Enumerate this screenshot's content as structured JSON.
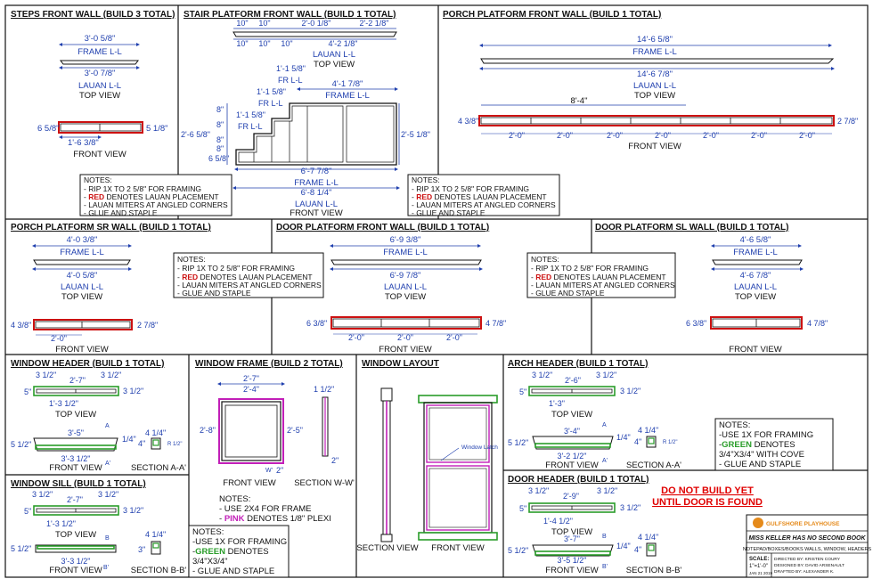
{
  "sections": {
    "steps": {
      "title": "STEPS FRONT WALL (BUILD 3 TOTAL)",
      "dim_top": "3'-0 5/8\"",
      "frame": "FRAME L-L",
      "dim_bottom": "3'-0 7/8\"",
      "lauan": "LAUAN L-L",
      "top_view": "TOP VIEW",
      "left_dim": "6 5/8\"",
      "right_dim": "5 1/8\"",
      "span": "1'-6 3/8\"",
      "front_view": "FRONT VIEW"
    },
    "stair": {
      "title": "STAIR PLATFORM FRONT WALL (BUILD 1 TOTAL)",
      "top_dims": [
        "10\"",
        "10\"",
        "2'-0 1/8\"",
        "2'-2 1/8\""
      ],
      "bottom_dims": [
        "10\"",
        "10\"",
        "10\"",
        "4'-2 1/8\""
      ],
      "frame_label": "FRAME L-L",
      "lauan_label": "LAUAN L-L",
      "top_view": "TOP VIEW",
      "steps_dims": [
        "1'-1 5/8\"",
        "FR L-L",
        "1'-1 5/8\"",
        "FR L-L",
        "1'-1 5/8\"",
        "FR L-L"
      ],
      "width_dim": "4'-1 7/8\"",
      "frame_top": "FRAME L-L",
      "riser_dims": [
        "8\"",
        "8\"",
        "8\"",
        "8\"",
        "6 5/8\""
      ],
      "height_left": "2'-6 5/8\"",
      "height_right": "2'-5 1/8\"",
      "bottom_width": "6'-7 7/8\"",
      "frame_bottom": "FRAME L-L",
      "lauan_width": "6'-8 1/4\"",
      "lauan_bottom": "LAUAN L-L",
      "front_view": "FRONT VIEW"
    },
    "porch_front": {
      "title": "PORCH PLATFORM FRONT WALL (BUILD 1 TOTAL)",
      "dim_top": "14'-6 5/8\"",
      "frame": "FRAME L-L",
      "dim_bottom": "14'-6 7/8\"",
      "lauan": "LAUAN L-L",
      "top_view": "TOP VIEW",
      "mid_dim": "8'-4\"",
      "left_dim": "4 3/8\"",
      "right_dim": "2 7/8\"",
      "spacing": [
        "2'-0\"",
        "2'-0\"",
        "2'-0\"",
        "2'-0\"",
        "2'-0\"",
        "2'-0\"",
        "2'-0\""
      ],
      "front_view": "FRONT VIEW"
    },
    "porch_sr": {
      "title": "PORCH PLATFORM SR WALL (BUILD 1 TOTAL)",
      "dim_top": "4'-0 3/8\"",
      "frame": "FRAME L-L",
      "dim_bottom": "4'-0 5/8\"",
      "lauan": "LAUAN L-L",
      "top_view": "TOP VIEW",
      "left_dim": "4 3/8\"",
      "right_dim": "2 7/8\"",
      "spacing": "2'-0\"",
      "front_view": "FRONT VIEW"
    },
    "door_front": {
      "title": "DOOR PLATFORM FRONT WALL (BUILD 1 TOTAL)",
      "dim_top": "6'-9 3/8\"",
      "frame": "FRAME L-L",
      "dim_bottom": "6'-9 7/8\"",
      "lauan": "LAUAN L-L",
      "top_view": "TOP VIEW",
      "left_dim": "6 3/8\"",
      "right_dim": "4 7/8\"",
      "spacing": [
        "2'-0\"",
        "2'-0\"",
        "2'-0\""
      ],
      "front_view": "FRONT VIEW"
    },
    "door_sl": {
      "title": "DOOR PLATFORM SL WALL (BUILD 1 TOTAL)",
      "dim_top": "4'-6 5/8\"",
      "frame": "FRAME L-L",
      "dim_bottom": "4'-6 7/8\"",
      "lauan": "LAUAN L-L",
      "top_view": "TOP VIEW",
      "left_dim": "6 3/8\"",
      "right_dim": "4 7/8\"",
      "front_view": "FRONT VIEW"
    },
    "window_header": {
      "title": "WINDOW HEADER (BUILD 1 TOTAL)",
      "top_left": "3 1/2\"",
      "top_mid": "2'-7\"",
      "top_right": "3 1/2\"",
      "left": "5\"",
      "right": "3 1/2\"",
      "span": "1'-3 1/2\"",
      "top_view": "TOP VIEW",
      "front_top": "3'-5\"",
      "front_left": "5 1/2\"",
      "front_right": "1/4\"",
      "front_bottom": "3'-3 1/2\"",
      "front_view": "FRONT VIEW",
      "sec_a": "A",
      "sec_a2": "A'",
      "sec_dim1": "4 1/4\"",
      "sec_dim2": "4\"",
      "sec_r": "R 1/2\"",
      "section": "SECTION A-A'"
    },
    "window_frame": {
      "title": "WINDOW FRAME (BUILD 2 TOTAL)",
      "top_outer": "2'-7\"",
      "top_inner": "2'-4\"",
      "left": "2'-8\"",
      "inner_h": "2'-5\"",
      "side": "1 1/2\"",
      "w_label": "W",
      "bottom": "2\"",
      "w2": "W'",
      "side_bottom": "2\"",
      "front_view": "FRONT VIEW",
      "section": "SECTION W-W'",
      "notes_head": "NOTES:",
      "note1": "- USE 2X4 FOR FRAME",
      "note2_hl": "PINK",
      "note2_pre": "- ",
      "note2_rest": " DENOTES 1/8\" PLEXI"
    },
    "window_layout": {
      "title": "WINDOW LAYOUT",
      "latch": "Window Latch",
      "section": "SECTION VIEW",
      "front": "FRONT VIEW"
    },
    "window_sill": {
      "title": "WINDOW SILL (BUILD 1 TOTAL)",
      "top_left": "3 1/2\"",
      "top_mid": "2'-7\"",
      "top_right": "3 1/2\"",
      "left": "5\"",
      "right": "3 1/2\"",
      "span": "1'-3 1/2\"",
      "top_view": "TOP VIEW",
      "front_left": "5 1/2\"",
      "front_bottom": "3'-3 1/2\"",
      "front_view": "FRONT VIEW",
      "sec_b": "B",
      "sec_b2": "B'",
      "sec_dim1": "4 1/4\"",
      "sec_dim2": "3\"",
      "section": "SECTION B-B'"
    },
    "arch_header": {
      "title": "ARCH HEADER (BUILD 1 TOTAL)",
      "top_left": "3 1/2\"",
      "top_mid": "2'-6\"",
      "top_right": "3 1/2\"",
      "left": "5\"",
      "right": "3 1/2\"",
      "span": "1'-3\"",
      "top_view": "TOP VIEW",
      "front_top": "3'-4\"",
      "front_left": "5 1/2\"",
      "front_right": "1/4\"",
      "front_bottom": "3'-2 1/2\"",
      "front_view": "FRONT VIEW",
      "sec_a": "A",
      "sec_a2": "A'",
      "sec_dim1": "4 1/4\"",
      "sec_dim2": "4\"",
      "sec_r": "R 1/2\"",
      "section": "SECTION A-A'"
    },
    "door_header": {
      "title": "DOOR HEADER (BUILD 1 TOTAL)",
      "top_left": "3 1/2\"",
      "top_mid": "2'-9\"",
      "top_right": "3 1/2\"",
      "left": "5\"",
      "right": "3 1/2\"",
      "span": "1'-4 1/2\"",
      "top_view": "TOP VIEW",
      "front_top": "3'-7\"",
      "front_left": "5 1/2\"",
      "front_right": "1/4\"",
      "front_bottom": "3'-5 1/2\"",
      "front_view": "FRONT VIEW",
      "sec_b": "B",
      "sec_b2": "B'",
      "sec_dim1": "4 1/4\"",
      "sec_dim2": "4\"",
      "section": "SECTION B-B'",
      "warning1": "DO NOT BUILD YET",
      "warning2": "UNTIL DOOR IS FOUND"
    }
  },
  "notes_red": {
    "head": "NOTES:",
    "l1": "- RIP 1X TO 2 5/8\" FOR FRAMING",
    "l2_pre": "- ",
    "l2_hl": "RED",
    "l2_rest": " DENOTES LAUAN PLACEMENT",
    "l3": "   - LAUAN MITERS AT ANGLED CORNERS",
    "l4": "- GLUE AND STAPLE"
  },
  "notes_green": {
    "head": "NOTES:",
    "l1": "-USE 1X FOR FRAMING",
    "l2_pre": "-",
    "l2_hl": "GREEN",
    "l2_rest": " DENOTES",
    "l3": "  3/4\"X3/4\"",
    "l4": "- GLUE AND STAPLE"
  },
  "notes_green2": {
    "head": "NOTES:",
    "l1": "-USE 1X FOR FRAMING",
    "l2_pre": "-",
    "l2_hl": "GREEN",
    "l2_rest": " DENOTES",
    "l3": "  3/4\"X3/4\" WITH COVE",
    "l4": "- GLUE AND STAPLE"
  },
  "title_block": {
    "company": "GULFSHORE PLAYHOUSE",
    "show": "MISS KELLER HAS NO SECOND BOOK",
    "sheet": "NOTEPAD/BOXES/BOOKS WALLS, WINDOW, HEADERS",
    "scale_label": "SCALE:",
    "scale": "1\"=1'-0\"",
    "date": "JAN 21 2019",
    "directed": "DIRECTED BY: KRISTEN COURY",
    "designed": "DESIGNED BY: DAVID ARSENAULT",
    "drafted": "DRAFTED BY: ALEXANDER K."
  },
  "colors": {
    "ink": "#1a1a1a",
    "dim": "#1f3fae",
    "lauan_red": "#cc1111",
    "green": "#2a9d2a",
    "pink": "#c21fb8",
    "warning": "#e00000",
    "logo": "#e58a1a"
  }
}
